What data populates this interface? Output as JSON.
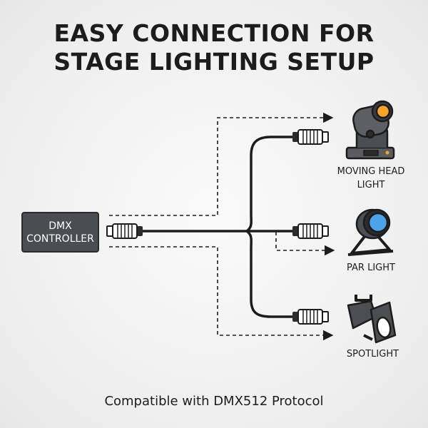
{
  "title": {
    "line1": "EASY CONNECTION FOR",
    "line2": "STAGE LIGHTING SETUP"
  },
  "controller": {
    "line1": "DMX",
    "line2": "CONTROLLER"
  },
  "fixtures": {
    "moving_head": {
      "line1": "MOVING HEAD",
      "line2": "LIGHT"
    },
    "par": {
      "label": "PAR LIGHT"
    },
    "spot": {
      "label": "SPOTLIGHT"
    }
  },
  "footer": "Compatible with DMX512 Protocol",
  "colors": {
    "ink": "#1c1c1c",
    "controller_fill": "#4a4d52",
    "moving_head_lens": "#f4a52a",
    "par_lens": "#4da3e8",
    "spot_lens": "#ffffff"
  }
}
